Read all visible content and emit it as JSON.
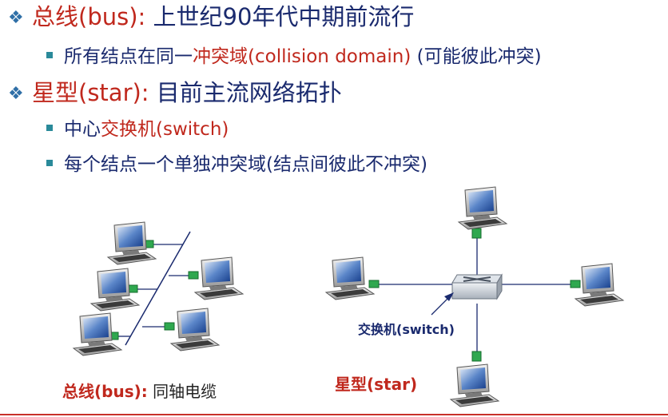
{
  "lines": {
    "bus": {
      "bullet": "❖",
      "term": "总线(bus):",
      "desc": " 上世纪90年代中期前流行"
    },
    "bus_sub": {
      "prefix": "所有结点在同一",
      "term": "冲突域(collision domain)",
      "suffix": " (可能彼此冲突)"
    },
    "star": {
      "bullet": "❖",
      "term": "星型(star):",
      "desc": " 目前主流网络拓扑"
    },
    "star_sub1": {
      "prefix": "中心",
      "term": "交换机(switch)"
    },
    "star_sub2": {
      "text": "每个结点一个单独冲突域(结点间彼此不冲突)"
    }
  },
  "diagram": {
    "bus_caption": {
      "bold": "总线(bus):",
      "rest": " 同轴电缆"
    },
    "star_caption": "星型(star)",
    "switch_label": "交换机(switch)"
  },
  "colors": {
    "accent_red": "#c0281d",
    "text_navy": "#1a2a6e",
    "bullet_blue": "#2f6fa7",
    "connector_green": "#2fa84f"
  }
}
